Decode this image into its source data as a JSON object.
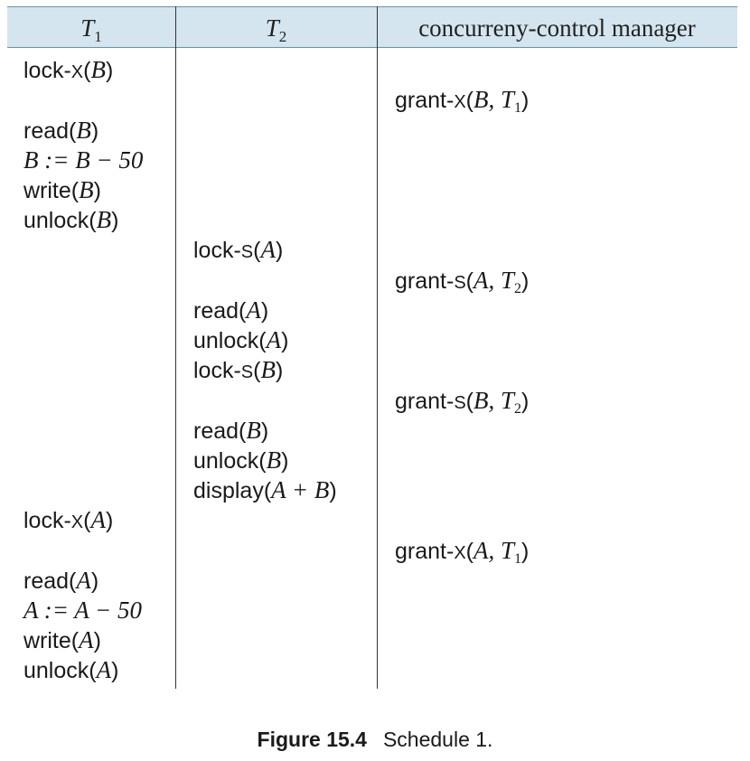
{
  "header": {
    "t1": {
      "base": "T",
      "sub": "1"
    },
    "t2": {
      "base": "T",
      "sub": "2"
    },
    "cc": "concurreny-control manager"
  },
  "t1_ops": [
    {
      "pre": "lock-",
      "sc": "X",
      "open": "(",
      "arg": "B",
      "close": ")"
    },
    {
      "pre": "read",
      "open": "(",
      "arg": "B",
      "close": ")"
    },
    {
      "expr": "B := B − 50"
    },
    {
      "pre": "write",
      "open": "(",
      "arg": "B",
      "close": ")"
    },
    {
      "pre": "unlock",
      "open": "(",
      "arg": "B",
      "close": ")"
    },
    {
      "pre": "lock-",
      "sc": "X",
      "open": "(",
      "arg": "A",
      "close": ")"
    },
    {
      "pre": "read",
      "open": "(",
      "arg": "A",
      "close": ")"
    },
    {
      "expr": "A := A − 50"
    },
    {
      "pre": "write",
      "open": "(",
      "arg": "A",
      "close": ")"
    },
    {
      "pre": "unlock",
      "open": "(",
      "arg": "A",
      "close": ")"
    }
  ],
  "t2_ops": [
    {
      "pre": "lock-",
      "sc": "S",
      "open": "(",
      "arg": "A",
      "close": ")"
    },
    {
      "pre": "read",
      "open": "(",
      "arg": "A",
      "close": ")"
    },
    {
      "pre": "unlock",
      "open": "(",
      "arg": "A",
      "close": ")"
    },
    {
      "pre": "lock-",
      "sc": "S",
      "open": "(",
      "arg": "B",
      "close": ")"
    },
    {
      "pre": "read",
      "open": "(",
      "arg": "B",
      "close": ")"
    },
    {
      "pre": "unlock",
      "open": "(",
      "arg": "B",
      "close": ")"
    },
    {
      "pre": "display",
      "open": "(",
      "arg": "A + B",
      "close": ")"
    }
  ],
  "cc_ops": [
    {
      "pre": "grant-",
      "sc": "X",
      "open": "(",
      "arg": "B, T",
      "sub": "1",
      "close": ")"
    },
    {
      "pre": "grant-",
      "sc": "S",
      "open": "(",
      "arg": "A, T",
      "sub": "2",
      "close": ")"
    },
    {
      "pre": "grant-",
      "sc": "S",
      "open": "(",
      "arg": "B, T",
      "sub": "2",
      "close": ")"
    },
    {
      "pre": "grant-",
      "sc": "X",
      "open": "(",
      "arg": "A, T",
      "sub": "1",
      "close": ")"
    }
  ],
  "caption": {
    "label": "Figure 15.4",
    "text": "Schedule 1."
  }
}
